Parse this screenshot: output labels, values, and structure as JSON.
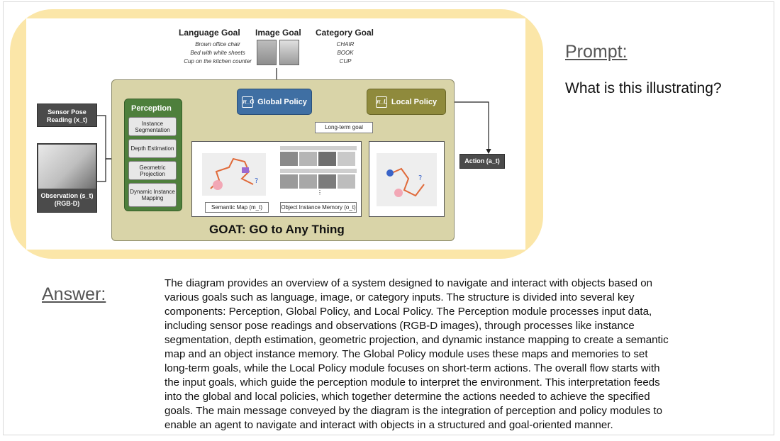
{
  "diagram": {
    "goals": [
      {
        "heading": "Language Goal",
        "items": [
          "Brown office chair",
          "Bed with white sheets",
          "Cup on the kitchen counter"
        ]
      },
      {
        "heading": "Image Goal",
        "items": []
      },
      {
        "heading": "Category Goal",
        "items": [
          "CHAIR",
          "BOOK",
          "CUP"
        ]
      }
    ],
    "sensor_pose": "Sensor Pose Reading (x_t)",
    "observation": "Observation (s_t) (RGB-D)",
    "perception": {
      "title": "Perception",
      "items": [
        "Instance Segmentation",
        "Depth Estimation",
        "Geometric Projection",
        "Dynamic Instance Mapping"
      ]
    },
    "global_policy": {
      "icon": "π_G",
      "label": "Global Policy"
    },
    "local_policy": {
      "icon": "π_L",
      "label": "Local Policy"
    },
    "long_term_goal": "Long-term goal",
    "semantic_map": "Semantic Map (m_t)",
    "object_memory": "Object Instance Memory (o_t)",
    "action": "Action (a_t)",
    "title": "GOAT: GO to Any Thing",
    "colors": {
      "perception": "#4e7f3c",
      "global_policy": "#3f6fa3",
      "local_policy": "#8f8a3c",
      "goat_bg": "#d9d4a8",
      "highlight": "#fbe6a8"
    }
  },
  "prompt": {
    "label": "Prompt:",
    "text": "What is this illustrating?"
  },
  "answer": {
    "label": "Answer:",
    "lines": [
      "The diagram provides an overview of a system designed to navigate and interact with objects based on",
      "various goals such as language, image, or category inputs. The structure is divided into several key",
      "components: Perception, Global Policy, and Local Policy. The Perception module processes input data,",
      "including sensor pose readings and observations (RGB-D images), through processes like instance",
      "segmentation, depth estimation, geometric projection, and dynamic instance mapping to create a semantic",
      "map and an object instance memory. The Global Policy module uses these maps and memories to set",
      "long-term goals, while the Local Policy module focuses on short-term actions. The overall flow starts with",
      "the input goals, which guide the perception module to interpret the environment. This interpretation feeds",
      "into the global and local policies, which together determine the actions needed to achieve the specified",
      "goals. The main message conveyed by the diagram is the integration of perception and policy modules to",
      "enable an agent to navigate and interact with objects in a structured and goal-oriented manner."
    ]
  }
}
